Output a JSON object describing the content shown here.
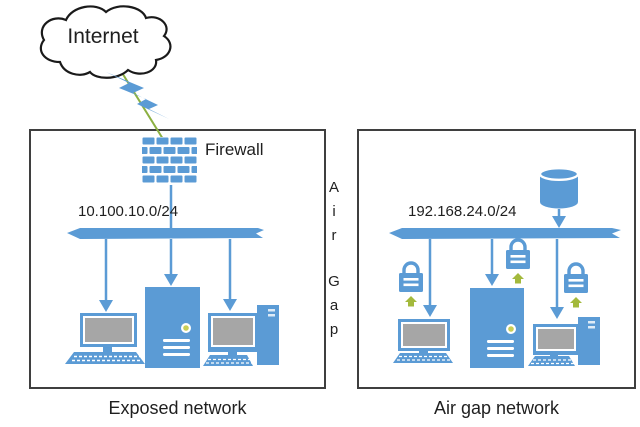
{
  "colors": {
    "accent_blue": "#5B9BD5",
    "screen_gray": "#A6A6A6",
    "link_green": "#8CB042",
    "olive_badge": "#A3B93C",
    "box_border": "#3F3F3F",
    "text": "#1F1F1F"
  },
  "diagram": {
    "internet": {
      "label": "Internet"
    },
    "firewall": {
      "label": "Firewall"
    },
    "divider": {
      "word1": [
        "A",
        "i",
        "r"
      ],
      "word2": [
        "G",
        "a",
        "p"
      ]
    },
    "exposed": {
      "subnet": "10.100.10.0/24",
      "caption": "Exposed network"
    },
    "airgap": {
      "subnet": "192.168.24.0/24",
      "caption": "Air gap network"
    }
  }
}
